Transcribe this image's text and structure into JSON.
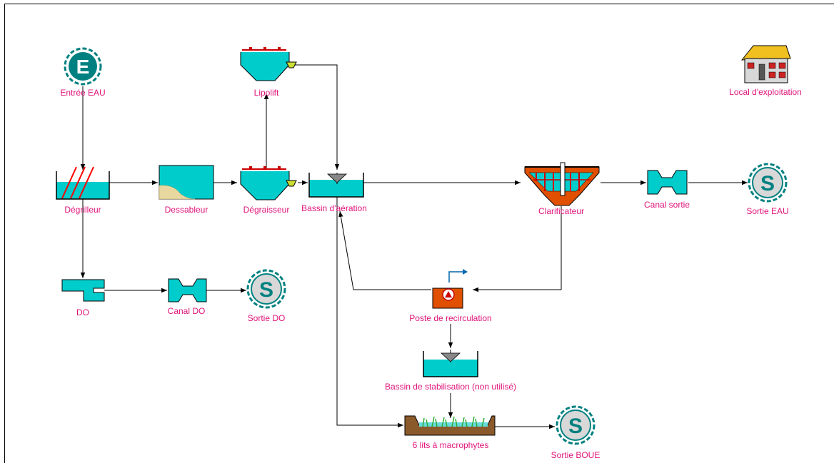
{
  "labels": {
    "entree_eau": "Entrée EAU",
    "lipolift": "Lipolift",
    "local": "Local d'exploitation",
    "degrilleur": "Dégrilleur",
    "dessableur": "Dessableur",
    "degraisseur": "Dégraisseur",
    "bassin_aeration": "Bassin d'aération",
    "clarificateur": "Clarificateur",
    "canal_sortie": "Canal sortie",
    "sortie_eau": "Sortie EAU",
    "do": "DO",
    "canal_do": "Canal DO",
    "sortie_do": "Sortie DO",
    "poste_recirculation": "Poste de recirculation",
    "bassin_stabilisation": "Bassin de stabilisation (non utilisé)",
    "lits_macrophytes": "6 lits à macrophytes",
    "sortie_boue": "Sortie BOUE"
  },
  "glyphs": {
    "entree": "E",
    "sortie": "S"
  },
  "icons": {
    "entry": "entry-circle-icon",
    "exit": "exit-circle-icon",
    "house": "house-icon"
  },
  "colors": {
    "water": "#00cccc",
    "label": "#e0147a",
    "entry_ring": "#008080",
    "exit_fill": "#d8d8d8",
    "pump": "#e05000",
    "bars": "#ff0000",
    "sand": "#e8d8a0",
    "soil": "#8b5a2b",
    "plants": "#33aa33"
  }
}
